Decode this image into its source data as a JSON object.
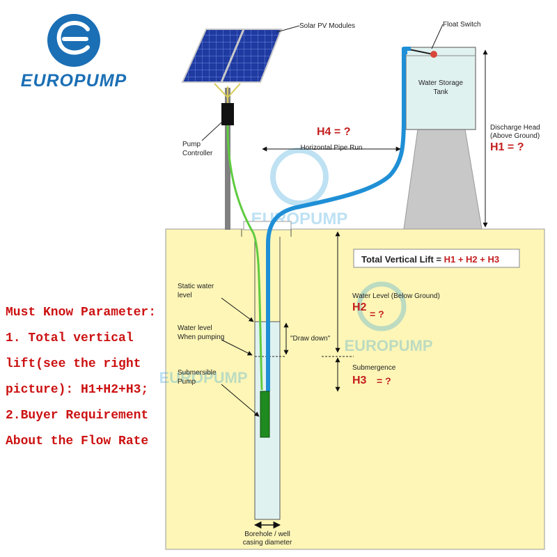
{
  "brand": {
    "name": "EUROPUMP",
    "color": "#1b6fb5"
  },
  "watermark": {
    "text": "EUROPUMP"
  },
  "labels": {
    "solar_pv_modules": "Solar PV Modules",
    "float_switch": "Float Switch",
    "water_storage_tank_1": "Water Storage",
    "water_storage_tank_2": "Tank",
    "pump_controller_1": "Pump",
    "pump_controller_2": "Controller",
    "discharge_head_1": "Discharge Head",
    "discharge_head_2": "(Above Ground)",
    "h1": "H1 = ?",
    "h4": "H4 = ?",
    "horizontal_pipe_run": "Horizontal Pipe Run",
    "total_vertical_lift_prefix": "Total Vertical Lift = ",
    "total_vertical_lift_formula": "H1 + H2 + H3",
    "static_water_level_1": "Static water",
    "static_water_level_2": "level",
    "water_level_pumping_1": "Water level",
    "water_level_pumping_2": "When pumping",
    "draw_down": "\"Draw down\"",
    "submersible_pump_1": "Submersible",
    "submersible_pump_2": "Pump",
    "water_level_below_ground": "Water Level (Below Ground)",
    "h2": "H2",
    "h2_value": "= ?",
    "submergence": "Submergence",
    "h3": "H3",
    "h3_value": "= ?",
    "borehole_1": "Borehole / well",
    "borehole_2": "casing diameter"
  },
  "parameters": {
    "heading": "Must Know Parameter:",
    "lines": [
      "1. Total vertical",
      "lift(see the right",
      "picture): H1+H2+H3;",
      "2.Buyer Requirement",
      "About the Flow Rate"
    ]
  },
  "colors": {
    "ground": "#fdf6b7",
    "pipe": "#1f8fd6",
    "cable": "#5ecb3f",
    "tank_water": "#e0f2f0",
    "stand": "#c8c8c8",
    "accent_red": "#c41e1e",
    "parameter_red": "#cc1111",
    "solar_panel": "#1f3aa0",
    "pump": "#1f8a1f"
  }
}
